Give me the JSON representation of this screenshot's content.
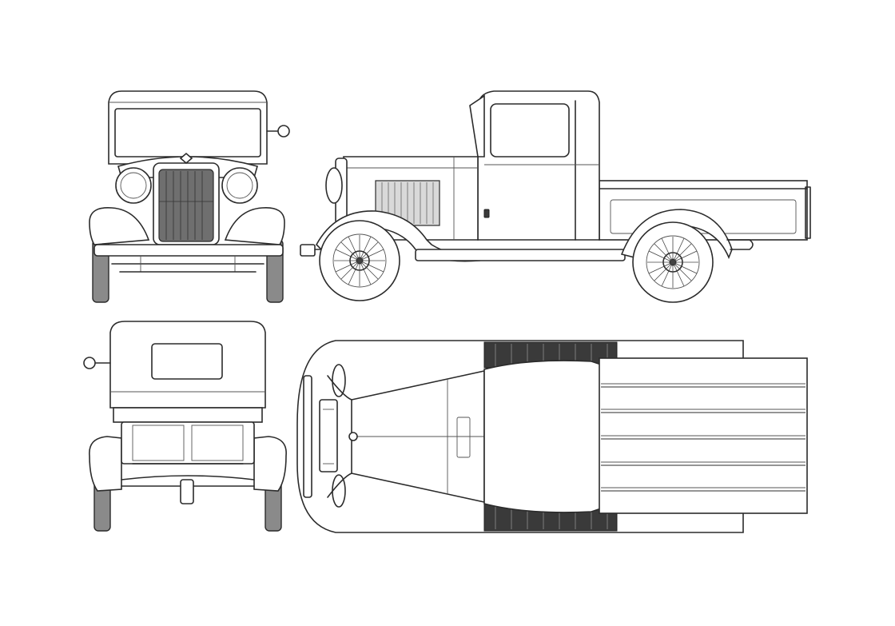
{
  "drawing": {
    "subject": "pickup-truck",
    "views": [
      "front",
      "side",
      "rear",
      "top"
    ],
    "colors": {
      "line": "#2b2b2b",
      "tire": "#8a8a8a",
      "grille": "#6f6f6f",
      "background": "#ffffff"
    }
  }
}
